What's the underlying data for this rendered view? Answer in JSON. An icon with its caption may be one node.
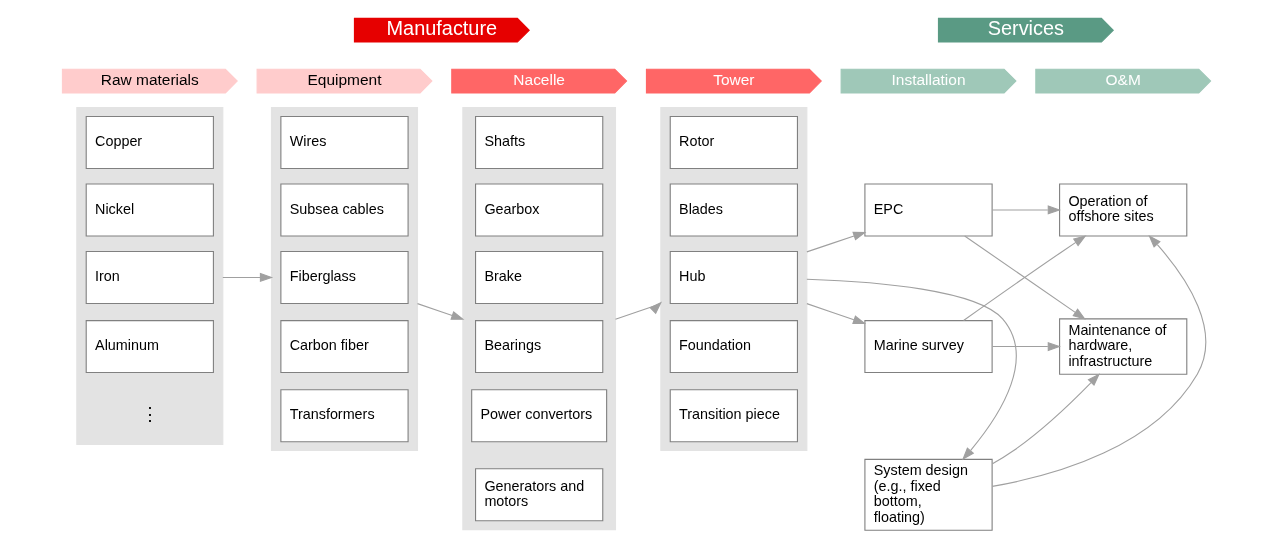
{
  "diagram": {
    "nodes": [
      {
        "text": [
          "Manufacture"
        ]
      },
      {
        "text": [
          "Services"
        ]
      },
      {
        "text": [
          "Raw materials"
        ]
      },
      {
        "text": [
          "Equipment"
        ]
      },
      {
        "text": [
          "Nacelle"
        ]
      },
      {
        "text": [
          "Tower"
        ]
      },
      {
        "text": [
          "Installation"
        ]
      },
      {
        "text": [
          "O&M"
        ]
      },
      {
        "text": [],
        "shape": "box"
      },
      {
        "text": [
          "Copper"
        ],
        "in": 8
      },
      {
        "text": [
          "Nickel"
        ],
        "in": 8
      },
      {
        "text": [
          "Iron"
        ],
        "in": 8
      },
      {
        "text": [
          "Aluminum"
        ],
        "in": 8
      },
      {
        "text": [],
        "shape": "box"
      },
      {
        "text": [
          "Wires"
        ],
        "in": 13
      },
      {
        "text": [
          "Subsea cables"
        ],
        "in": 13
      },
      {
        "text": [
          "Fiberglass"
        ],
        "in": 13
      },
      {
        "text": [
          "Carbon fiber"
        ],
        "in": 13
      },
      {
        "text": [
          "Transformers"
        ],
        "in": 13
      },
      {
        "text": [],
        "shape": "box"
      },
      {
        "text": [
          "Shafts"
        ],
        "in": 19
      },
      {
        "text": [
          "Gearbox"
        ],
        "in": 19
      },
      {
        "text": [
          "Brake"
        ],
        "in": 19
      },
      {
        "text": [
          "Bearings"
        ],
        "in": 19
      },
      {
        "text": [
          "Power convertors"
        ],
        "in": 19
      },
      {
        "text": [
          "Generators and motors"
        ],
        "in": 19
      },
      {
        "text": [],
        "shape": "box"
      },
      {
        "text": [
          "Rotor"
        ],
        "in": 26
      },
      {
        "text": [
          "Blades"
        ],
        "in": 26
      },
      {
        "text": [
          "Hub"
        ],
        "in": 26
      },
      {
        "text": [
          "Foundation"
        ],
        "in": 26
      },
      {
        "text": [
          "Transition piece"
        ],
        "in": 26
      },
      {
        "text": [
          "EPC"
        ]
      },
      {
        "text": [
          "Marine survey"
        ]
      },
      {
        "text": [
          "System design (e.g., fixed bottom, floating)"
        ]
      },
      {
        "text": [
          "Operation of offshore sites"
        ]
      },
      {
        "text": [
          "Maintenance of hardware, infrastructure"
        ]
      }
    ],
    "edges": [
      {
        "from": 8,
        "to": 13,
        "arrow": "to"
      },
      {
        "from": 13,
        "to": 19,
        "arrow": "to"
      },
      {
        "from": 19,
        "to": 26,
        "arrow": "to"
      },
      {
        "from": 26,
        "to": 32,
        "arrow": "to"
      },
      {
        "from": 26,
        "to": 33,
        "arrow": "to"
      },
      {
        "from": 26,
        "to": 34,
        "arrow": "to"
      },
      {
        "from": 32,
        "to": 35,
        "arrow": "to"
      },
      {
        "from": 32,
        "to": 36,
        "arrow": "to"
      },
      {
        "from": 33,
        "to": 35,
        "arrow": "to"
      },
      {
        "from": 33,
        "to": 36,
        "arrow": "to"
      },
      {
        "from": 34,
        "to": 35,
        "arrow": "to"
      },
      {
        "from": 34,
        "to": 36,
        "arrow": "to"
      }
    ],
    "labels": [
      "⋮"
    ]
  }
}
